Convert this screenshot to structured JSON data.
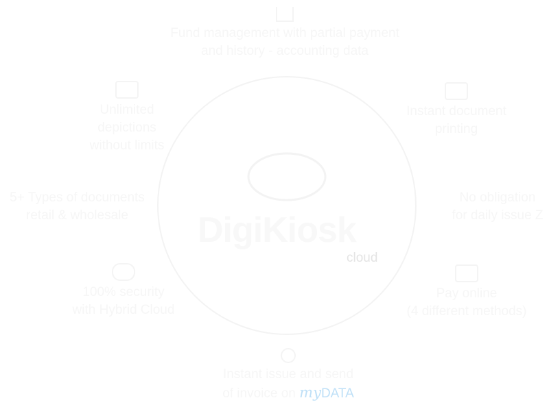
{
  "brand": {
    "name": "DigiKiosk",
    "suffix": "cloud"
  },
  "features": [
    {
      "icon": "bar-chart-icon",
      "line1": "Fund management with partial payment",
      "line2": "and history - accounting data"
    },
    {
      "icon": "document-icon",
      "line1": "Unlimited",
      "line2": "depictions",
      "line3": "without limits"
    },
    {
      "icon": "printer-icon",
      "line1": "Instant document",
      "line2": "printing"
    },
    {
      "icon": "documents-icon",
      "line1": "5+ Types of documents",
      "line2": "retail & wholesale"
    },
    {
      "icon": "calendar-icon",
      "line1": "No obligation",
      "line2": "for daily issue Z"
    },
    {
      "icon": "cloud-icon",
      "line1": "100% security",
      "line2": "with Hybrid Cloud"
    },
    {
      "icon": "credit-card-icon",
      "line1": "Pay online",
      "line2": "(4 different methods)"
    },
    {
      "icon": "refresh-icon",
      "line1": "Instant issue and send",
      "line2": "of invoice on",
      "logo_my": "my",
      "logo_data": "DATA"
    }
  ],
  "colors": {
    "text": "#f6f6f6",
    "cloud": "#e4e4e4",
    "mydata": "#bfe0f7"
  }
}
